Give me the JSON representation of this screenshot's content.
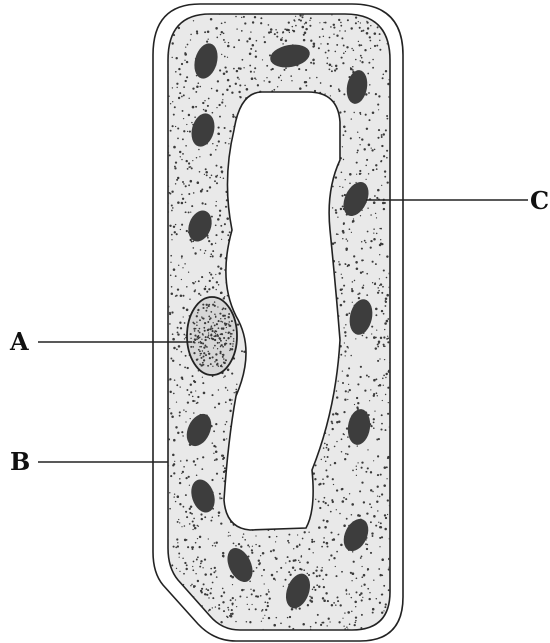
{
  "labels": {
    "a": "A",
    "b": "B",
    "c": "C"
  },
  "colors": {
    "line": "#222222",
    "cytoplasm": "#e9e9e9",
    "stipple": "#3a3a3a",
    "chloroplast": "#3d3d3d",
    "vacuole": "#ffffff"
  }
}
